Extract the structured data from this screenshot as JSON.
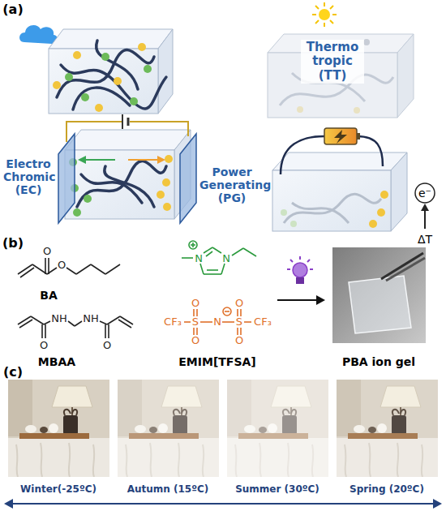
{
  "diagram": {
    "labels": [
      "(a)",
      "Thermo tropic (TT)",
      "Electro Chromic (EC)",
      "Power Generating (PG)",
      "e⁻",
      "ΔT",
      "(b)",
      "O",
      "O",
      "BA",
      "O",
      "NH",
      "NH",
      "O",
      "MBAA",
      "N",
      "N",
      "CF₃",
      "S",
      "O",
      "O",
      "N",
      "S",
      "O",
      "O",
      "CF₃",
      "EMIM[TFSA]",
      "PBA ion gel",
      "(c)",
      "Winter(-25ºC)",
      "Autumn (15ºC)",
      "Summer (30ºC)",
      "Spring (20ºC)"
    ]
  }
}
